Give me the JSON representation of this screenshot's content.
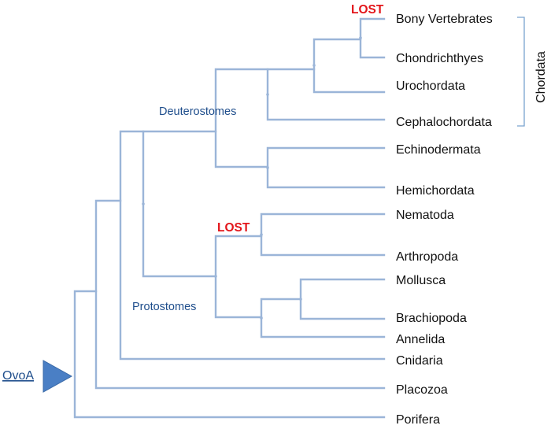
{
  "taxa": {
    "bony_vertebrates": "Bony Vertebrates",
    "chondrichthyes": "Chondrichthyes",
    "urochordata": "Urochordata",
    "cephalochordata": "Cephalochordata",
    "echinodermata": "Echinodermata",
    "hemichordata": "Hemichordata",
    "nematoda": "Nematoda",
    "arthropoda": "Arthropoda",
    "mollusca": "Mollusca",
    "brachiopoda": "Brachiopoda",
    "annelida": "Annelida",
    "cnidaria": "Cnidaria",
    "placozoa": "Placozoa",
    "porifera": "Porifera"
  },
  "clades": {
    "deuterostomes": "Deuterostomes",
    "protostomes": "Protostomes"
  },
  "group": {
    "chordata": "Chordata"
  },
  "loss_events": {
    "vertebrate_loss": "LOST",
    "ecdysozoa_loss": "LOST"
  },
  "root": {
    "label": "OvoA"
  },
  "colors": {
    "branch": "#9bb5d8",
    "clade_label": "#1f4e8c",
    "lost_label": "#e3161b",
    "root_arrow": "#4a7fc5"
  }
}
